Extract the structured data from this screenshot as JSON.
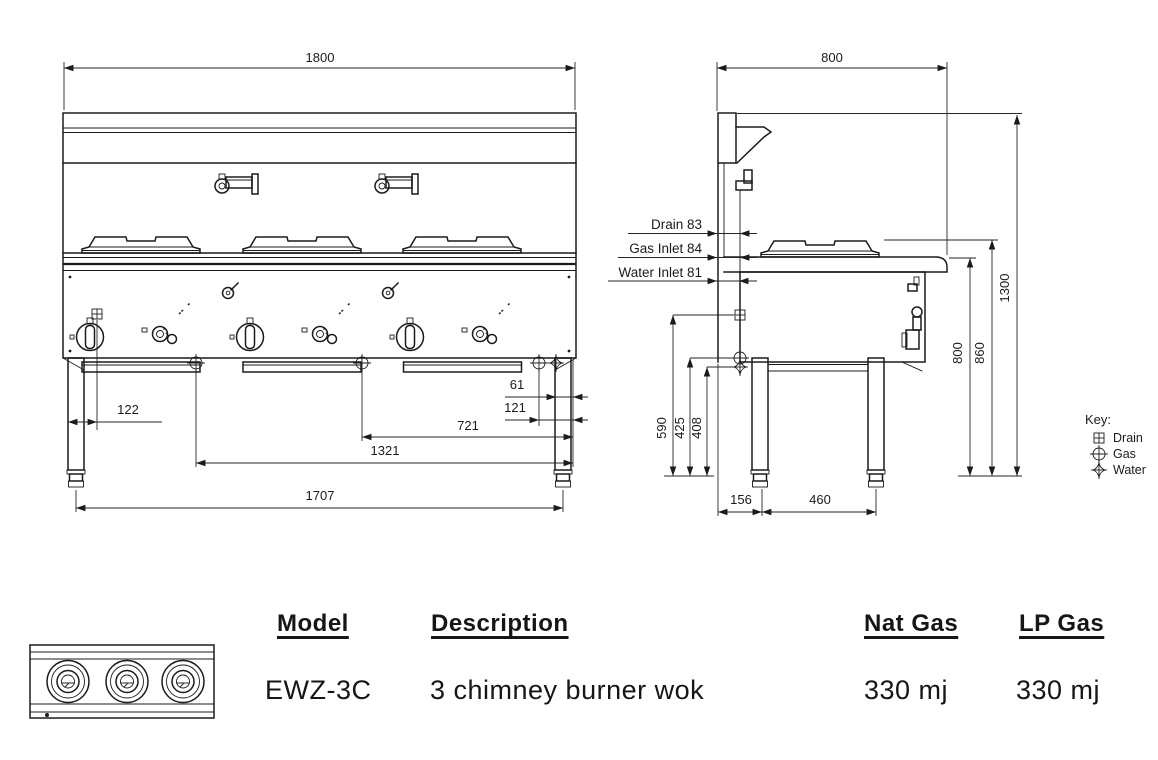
{
  "front_view": {
    "dim_overall_width": "1800",
    "dim_drain_offset": "122",
    "dim_61": "61",
    "dim_121": "121",
    "dim_721": "721",
    "dim_1321": "1321",
    "dim_leg_span": "1707"
  },
  "side_view": {
    "dim_depth": "800",
    "label_drain": "Drain 83",
    "label_gas_inlet": "Gas Inlet 84",
    "label_water_inlet": "Water Inlet 81",
    "dim_drain_height": "590",
    "dim_gas_height": "425",
    "dim_water_height": "408",
    "dim_worktop_height": "800",
    "dim_plate_height": "860",
    "dim_overall_height": "1300",
    "dim_leg_back_offset": "156",
    "dim_leg_spacing": "460"
  },
  "key": {
    "title": "Key:",
    "items": [
      {
        "symbol": "drain",
        "label": "Drain"
      },
      {
        "symbol": "gas",
        "label": "Gas"
      },
      {
        "symbol": "water",
        "label": "Water"
      }
    ]
  },
  "spec_table": {
    "headers": {
      "model": "Model",
      "description": "Description",
      "nat_gas": "Nat Gas",
      "lp_gas": "LP Gas"
    },
    "row": {
      "model": "EWZ-3C",
      "description": "3 chimney burner wok",
      "nat_gas": "330 mj",
      "lp_gas": "330 mj"
    }
  }
}
